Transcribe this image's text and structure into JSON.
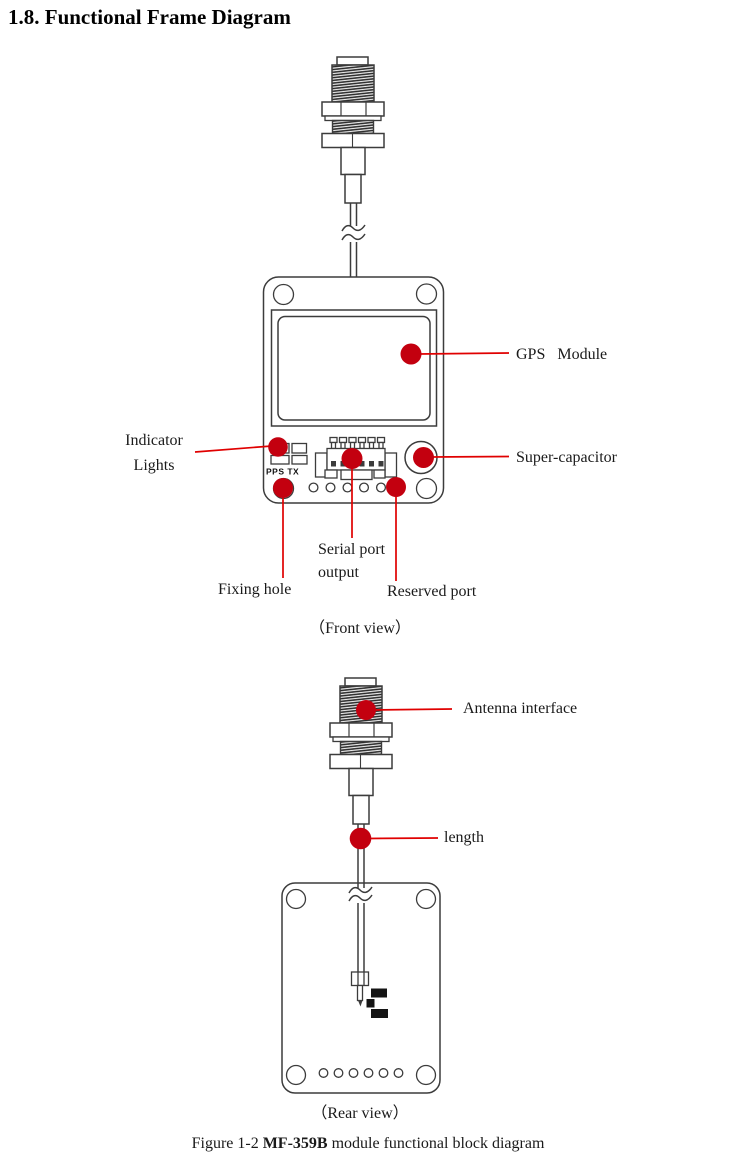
{
  "title": "1.8. Functional Frame Diagram",
  "colors": {
    "dot": "#c3000f",
    "line": "#e00000"
  },
  "front_view": {
    "caption": "（Front view）",
    "board_text": "PPS TX",
    "labels": {
      "indicator_lights": "Indicator\nLights",
      "gps_module": "GPS   Module",
      "super_capacitor": "Super-capacitor",
      "serial_port_output": "Serial port\noutput",
      "fixing_hole": "Fixing hole",
      "reserved_port": "Reserved port"
    }
  },
  "rear_view": {
    "caption": "（Rear view）",
    "labels": {
      "antenna_interface": "Antenna interface",
      "length": "length"
    }
  },
  "figure_caption": {
    "prefix": "Figure 1-2 ",
    "model": "MF-359B",
    "suffix": " module functional block diagram"
  }
}
